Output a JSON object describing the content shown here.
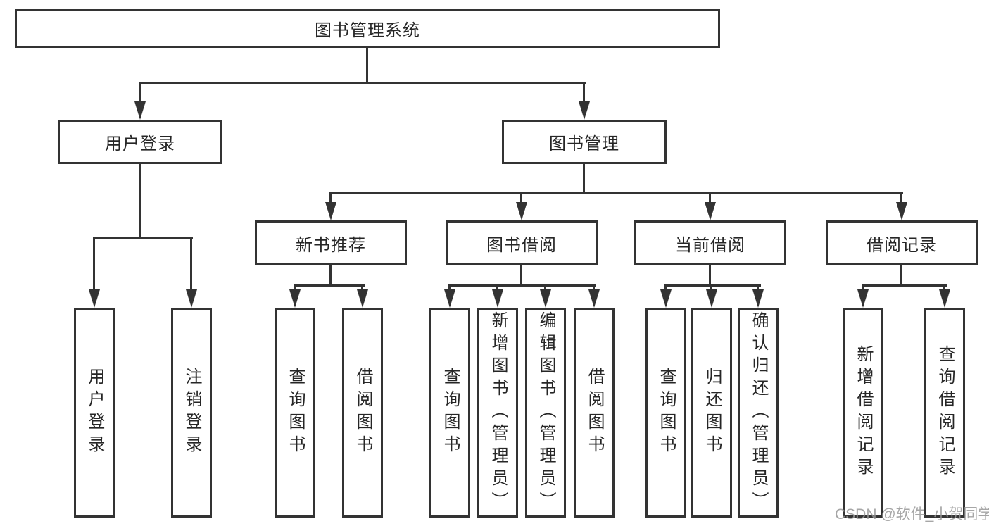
{
  "diagram": {
    "root": {
      "label": "图书管理系统"
    },
    "branches": [
      {
        "label": "用户登录",
        "children": [
          {
            "label": "用户登录"
          },
          {
            "label": "注销登录"
          }
        ]
      },
      {
        "label": "图书管理",
        "children": [
          {
            "label": "新书推荐",
            "children": [
              {
                "label": "查询图书"
              },
              {
                "label": "借阅图书"
              }
            ]
          },
          {
            "label": "图书借阅",
            "children": [
              {
                "label": "查询图书"
              },
              {
                "label": "新增图书（管理员）"
              },
              {
                "label": "编辑图书（管理员）"
              },
              {
                "label": "借阅图书"
              }
            ]
          },
          {
            "label": "当前借阅",
            "children": [
              {
                "label": "查询图书"
              },
              {
                "label": "归还图书"
              },
              {
                "label": "确认归还（管理员）"
              }
            ]
          },
          {
            "label": "借阅记录",
            "children": [
              {
                "label": "新增借阅记录"
              },
              {
                "label": "查询借阅记录"
              }
            ]
          }
        ]
      }
    ],
    "colors": {
      "line": "#333333",
      "text": "#262626",
      "background": "#ffffff",
      "watermark": "#969696"
    }
  },
  "watermark": {
    "text": "CSDN @软件_小贺同学"
  }
}
